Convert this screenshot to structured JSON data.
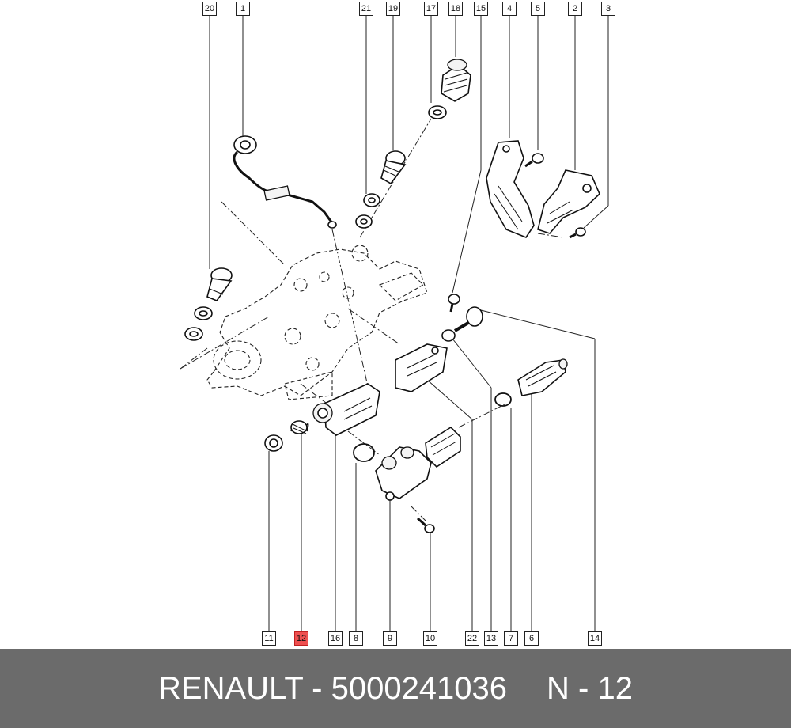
{
  "diagram": {
    "callouts": [
      {
        "label": "20"
      },
      {
        "label": "1"
      },
      {
        "label": "21"
      },
      {
        "label": "19"
      },
      {
        "label": "17"
      },
      {
        "label": "18"
      },
      {
        "label": "15"
      },
      {
        "label": "4"
      },
      {
        "label": "5"
      },
      {
        "label": "2"
      },
      {
        "label": "3"
      },
      {
        "label": "11"
      },
      {
        "label": "12",
        "highlighted": true
      },
      {
        "label": "16"
      },
      {
        "label": "8"
      },
      {
        "label": "9"
      },
      {
        "label": "10"
      },
      {
        "label": "22"
      },
      {
        "label": "13"
      },
      {
        "label": "7"
      },
      {
        "label": "6"
      },
      {
        "label": "14"
      }
    ]
  },
  "footer": {
    "brand": "RENAULT",
    "separator": " - ",
    "part_number": "5000241036",
    "position_label": "N - 12"
  }
}
